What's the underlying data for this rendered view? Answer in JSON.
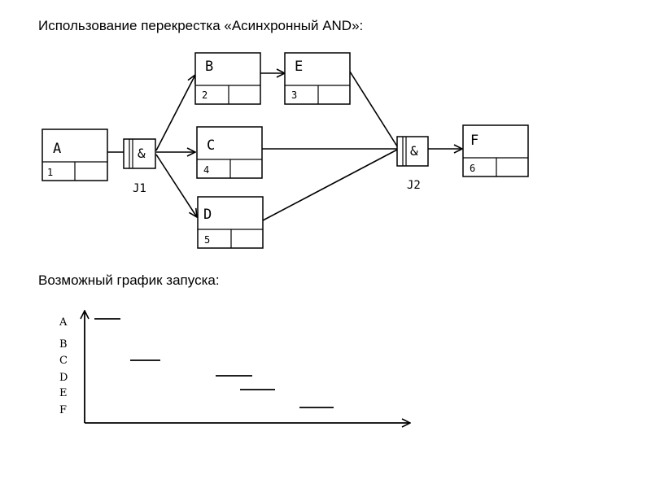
{
  "headings": {
    "diagram": "Использование перекрестка «Асинхронный AND»:",
    "schedule": "Возможный график запуска:"
  },
  "diagram": {
    "boxes": [
      {
        "id": "A",
        "label": "A",
        "number": "1"
      },
      {
        "id": "B",
        "label": "B",
        "number": "2"
      },
      {
        "id": "E",
        "label": "E",
        "number": "3"
      },
      {
        "id": "C",
        "label": "C",
        "number": "4"
      },
      {
        "id": "D",
        "label": "D",
        "number": "5"
      },
      {
        "id": "F",
        "label": "F",
        "number": "6"
      }
    ],
    "junctions": [
      {
        "id": "J1",
        "symbol": "&",
        "label": "J1"
      },
      {
        "id": "J2",
        "symbol": "&",
        "label": "J2"
      }
    ]
  },
  "schedule": {
    "rows": [
      "A",
      "B",
      "C",
      "D",
      "E",
      "F"
    ]
  }
}
